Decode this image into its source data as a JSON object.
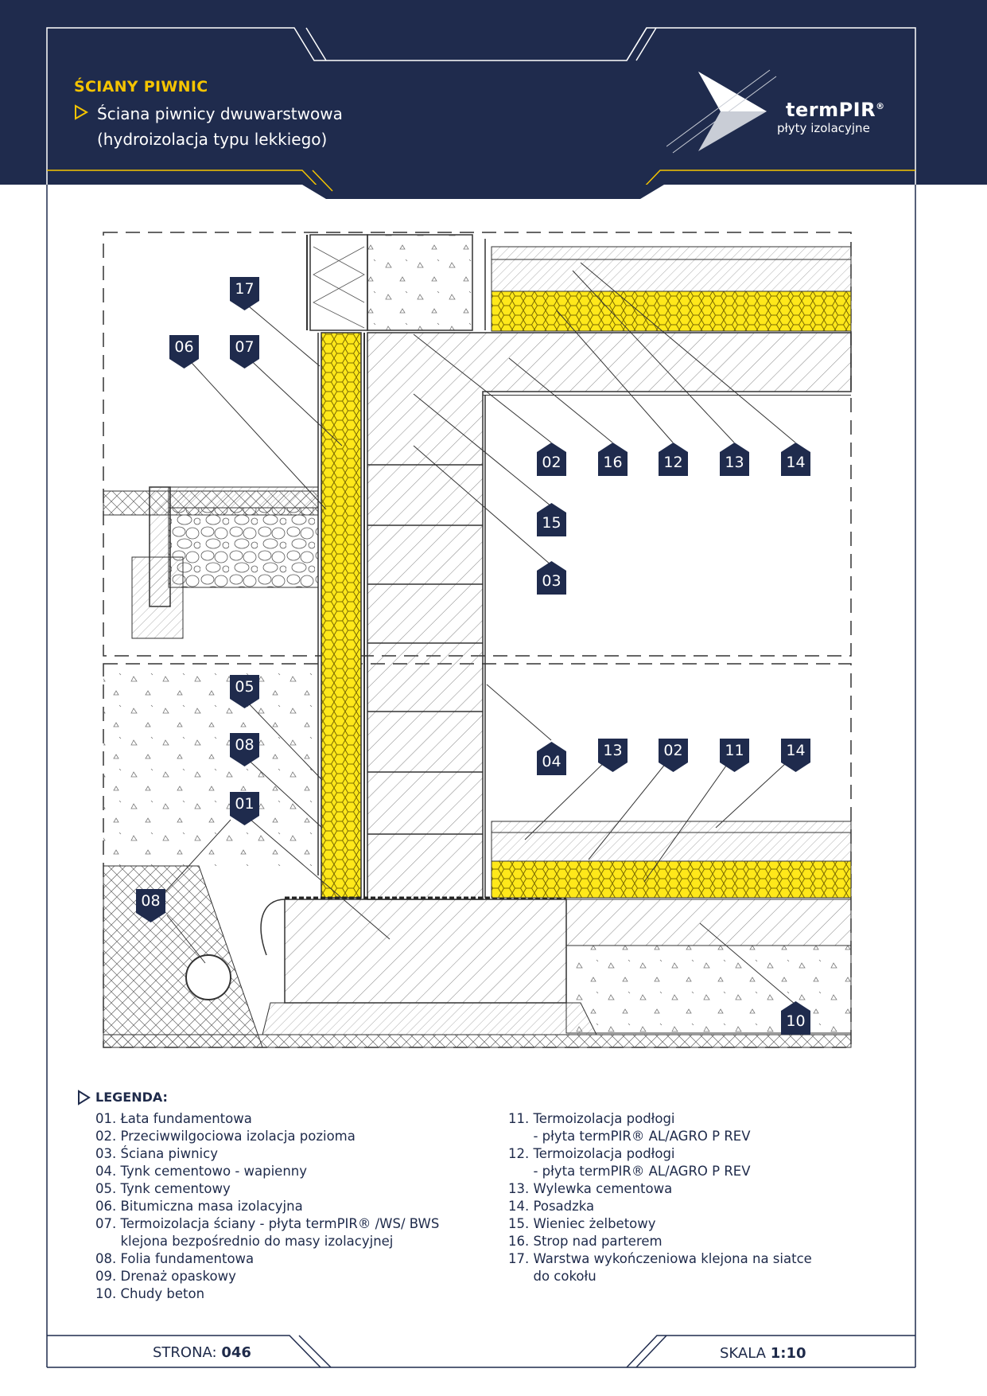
{
  "header": {
    "category": "ŚCIANY PIWNIC",
    "title_line1": "Ściana piwnicy dwuwarstwowa",
    "title_line2": "(hydroizolacja typu lekkiego)",
    "logo_name": "termPIR",
    "logo_reg": "®",
    "logo_subtitle": "płyty izolacyjne"
  },
  "tags": [
    "17",
    "06",
    "07",
    "02",
    "16",
    "12",
    "13",
    "14",
    "15",
    "03",
    "05",
    "08",
    "01",
    "08",
    "04",
    "13",
    "02",
    "11",
    "14",
    "10"
  ],
  "legend": {
    "title": "LEGENDA:",
    "left": [
      "01. Łata fundamentowa",
      "02. Przeciwwilgociowa izolacja pozioma",
      "03. Ściana piwnicy",
      "04. Tynk cementowo - wapienny",
      "05. Tynk cementowy",
      "06. Bitumiczna masa izolacyjna",
      "07. Termoizolacja ściany - płyta termPIR® /WS/ BWS",
      "      klejona bezpośrednio do masy izolacyjnej",
      "08. Folia fundamentowa",
      "09. Drenaż opaskowy",
      "10. Chudy beton"
    ],
    "right": [
      "11. Termoizolacja podłogi",
      "      - płyta termPIR® AL/AGRO P REV",
      "12. Termoizolacja podłogi",
      "      - płyta termPIR® AL/AGRO P REV",
      "13. Wylewka cementowa",
      "14. Posadzka",
      "15. Wieniec żelbetowy",
      "16. Strop nad parterem",
      "17. Warstwa wykończeniowa klejona na siatce",
      "      do cokołu"
    ]
  },
  "footer": {
    "page_label": "STRONA:",
    "page_number": "046",
    "scale_label": "SKALA",
    "scale_value": "1:10"
  },
  "colors": {
    "navy": "#1f2b4d",
    "yellow": "#f5c400",
    "insulation": "#ffe81a"
  }
}
